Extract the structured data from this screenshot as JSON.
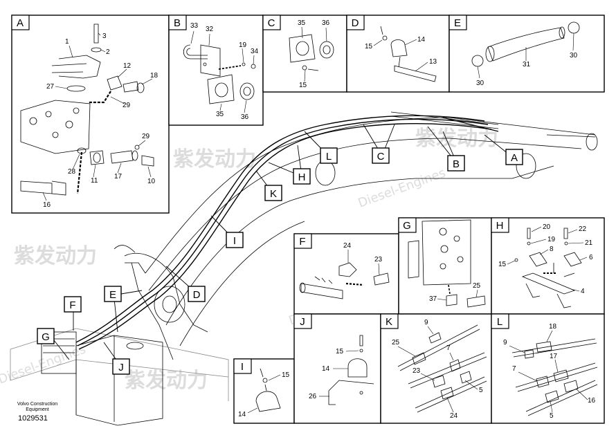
{
  "watermark": {
    "brand": "紫发动力",
    "sub": "Diesel-Engines"
  },
  "credit": {
    "line1": "Volvo Construction",
    "line2": "Equipment",
    "doc_number": "1029531"
  },
  "callout_tags": [
    "A",
    "B",
    "C",
    "D",
    "E",
    "F",
    "G",
    "H",
    "I",
    "J",
    "K",
    "L"
  ],
  "panels": {
    "A": {
      "title": "A",
      "parts": [
        "3",
        "2",
        "1",
        "12",
        "18",
        "27",
        "29",
        "29",
        "28",
        "11",
        "17",
        "10",
        "16"
      ]
    },
    "B": {
      "title": "B",
      "parts": [
        "33",
        "32",
        "19",
        "34",
        "35",
        "36"
      ]
    },
    "C": {
      "title": "C",
      "parts": [
        "35",
        "36",
        "15"
      ]
    },
    "D": {
      "title": "D",
      "parts": [
        "15",
        "14",
        "13"
      ]
    },
    "E": {
      "title": "E",
      "parts": [
        "31",
        "30",
        "30"
      ]
    },
    "F": {
      "title": "F",
      "parts": [
        "24",
        "23"
      ]
    },
    "G": {
      "title": "G",
      "parts": [
        "37",
        "25"
      ]
    },
    "H": {
      "title": "H",
      "parts": [
        "20",
        "22",
        "19",
        "21",
        "8",
        "15",
        "6",
        "4"
      ]
    },
    "I": {
      "title": "I",
      "parts": [
        "15",
        "14"
      ]
    },
    "J": {
      "title": "J",
      "parts": [
        "15",
        "14",
        "26"
      ]
    },
    "K": {
      "title": "K",
      "parts": [
        "9",
        "25",
        "7",
        "23",
        "5",
        "24"
      ]
    },
    "L": {
      "title": "L",
      "parts": [
        "18",
        "9",
        "17",
        "7",
        "16",
        "5"
      ]
    }
  }
}
